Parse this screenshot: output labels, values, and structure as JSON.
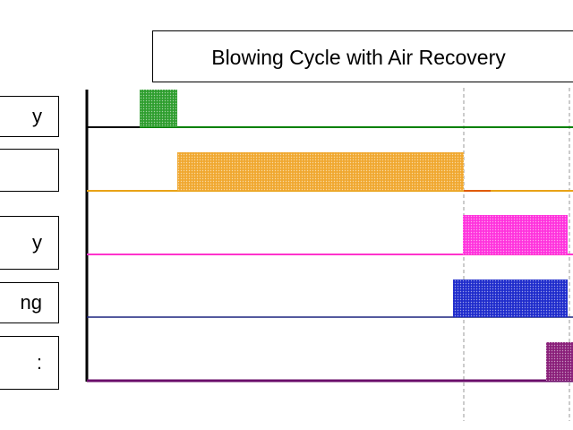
{
  "diagram": {
    "title": "Blowing Cycle with Air Recovery",
    "signals": [
      {
        "id": "row1",
        "label_visible": "y",
        "line_color": "#008000",
        "fill_color": "#2e9e2e"
      },
      {
        "id": "row2",
        "label_visible": "",
        "line_color": "#e8a317",
        "fill_color": "#f0a830"
      },
      {
        "id": "row3",
        "label_visible": "y",
        "line_color": "#ff33cc",
        "fill_color": "#ff33dd"
      },
      {
        "id": "row4",
        "label_visible": "ng",
        "line_color": "#1a237e",
        "fill_color": "#1f2ccc"
      },
      {
        "id": "row5",
        "label_visible": ":",
        "line_color": "#6a0d6a",
        "fill_color": "#8a1f7a"
      }
    ]
  }
}
